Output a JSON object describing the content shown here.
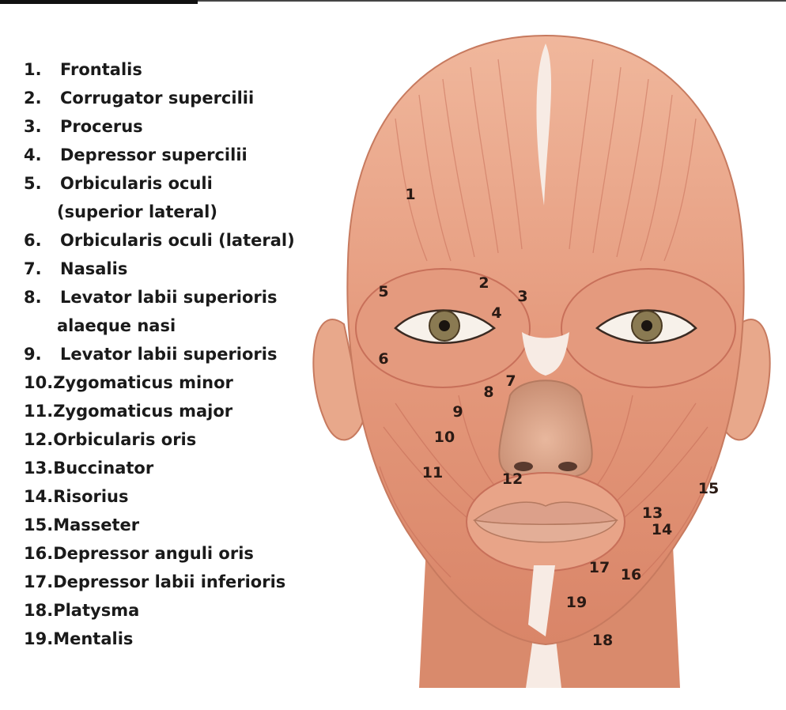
{
  "legend": [
    {
      "num": "1.",
      "name": "Frontalis"
    },
    {
      "num": "2.",
      "name": "Corrugator supercilii"
    },
    {
      "num": "3.",
      "name": "Procerus"
    },
    {
      "num": "4.",
      "name": "Depressor supercilii"
    },
    {
      "num": "5.",
      "name": "Orbicularis oculi",
      "cont": "(superior lateral)"
    },
    {
      "num": "6.",
      "name": "Orbicularis oculi (lateral)"
    },
    {
      "num": "7.",
      "name": "Nasalis"
    },
    {
      "num": "8.",
      "name": "Levator labii superioris",
      "cont": "alaeque nasi"
    },
    {
      "num": "9.",
      "name": "Levator labii superioris"
    },
    {
      "num": "10.",
      "name": "Zygomaticus minor"
    },
    {
      "num": "11.",
      "name": "Zygomaticus major"
    },
    {
      "num": "12.",
      "name": "Orbicularis oris"
    },
    {
      "num": "13.",
      "name": "Buccinator"
    },
    {
      "num": "14.",
      "name": "Risorius"
    },
    {
      "num": "15.",
      "name": "Masseter"
    },
    {
      "num": "16.",
      "name": "Depressor anguli oris"
    },
    {
      "num": "17.",
      "name": "Depressor labii inferioris"
    },
    {
      "num": "18.",
      "name": "Platysma"
    },
    {
      "num": "19.",
      "name": "Mentalis"
    }
  ],
  "labels": [
    "1",
    "2",
    "3",
    "4",
    "5",
    "6",
    "7",
    "8",
    "9",
    "10",
    "11",
    "12",
    "13",
    "14",
    "15",
    "16",
    "17",
    "18",
    "19"
  ],
  "colors": {
    "muscle": "#e39a7e",
    "muscle_dark": "#c8705a",
    "muscle_light": "#f2c2a8",
    "tendon": "#f7ebe4",
    "iris": "#8a7a52"
  }
}
